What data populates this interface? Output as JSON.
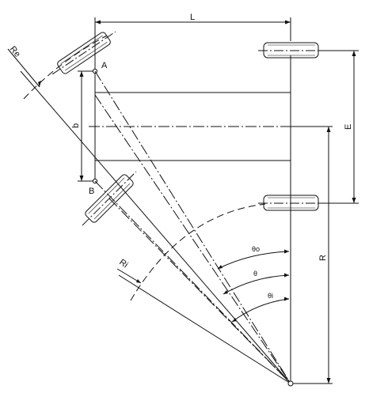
{
  "labels": {
    "L": "L",
    "E": "E",
    "b": "b",
    "R": "R",
    "A": "A",
    "B": "B",
    "Re": "Re",
    "Ri": "Ri",
    "theta0": "θo",
    "theta": "θ",
    "thetai": "θi"
  },
  "colors": {
    "stroke": "#111111",
    "background": "#ffffff"
  }
}
